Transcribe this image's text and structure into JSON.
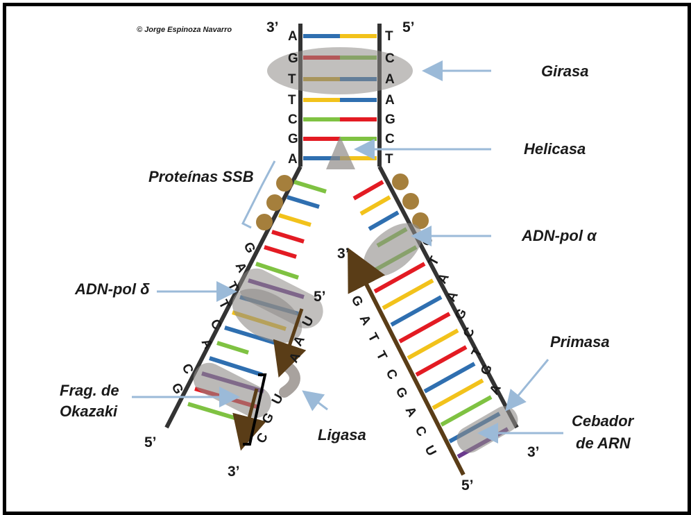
{
  "copyright": "© Jorge Espinoza Navarro",
  "labels": {
    "girasa": "Girasa",
    "helicasa": "Helicasa",
    "ssb": "Proteínas SSB",
    "pol_alpha": "ADN-pol α",
    "pol_delta": "ADN-pol δ",
    "primasa": "Primasa",
    "okazaki_1": "Frag. de",
    "okazaki_2": "Okazaki",
    "ligasa": "Ligasa",
    "cebador_1": "Cebador",
    "cebador_2": "de ARN"
  },
  "ends": {
    "top_left": "3’",
    "top_right": "5’",
    "left_bottom": "5’",
    "lagging_new_top": "5’",
    "lagging_new_bottom": "3’",
    "leading_new_top": "3’",
    "leading_new_bottom": "5’",
    "right_bottom": "3’"
  },
  "bases": {
    "top_left": [
      "A",
      "G",
      "T",
      "T",
      "C",
      "G",
      "A"
    ],
    "top_right": [
      "T",
      "C",
      "A",
      "A",
      "G",
      "C",
      "T"
    ],
    "left_template": [
      "G",
      "A",
      "T",
      "T",
      "C",
      "A",
      "C",
      "G"
    ],
    "lagging_new": [
      "U",
      "A",
      "A",
      "U",
      "G",
      "C"
    ],
    "right_template": [
      "C",
      "T",
      "A",
      "A",
      "G",
      "C",
      "T",
      "G",
      "A"
    ],
    "leading_new": [
      "G",
      "A",
      "T",
      "T",
      "C",
      "G",
      "A",
      "C",
      "U"
    ]
  },
  "colors": {
    "strand": "#333333",
    "new_strand": "#6b4a1e",
    "arrow": "#9bbad8",
    "protein": "#a8a29e",
    "ssb": "#a57f3c",
    "base_colors": [
      "#e31b23",
      "#2f6fb0",
      "#f2c21b",
      "#7fc242",
      "#6b3a8e"
    ]
  }
}
